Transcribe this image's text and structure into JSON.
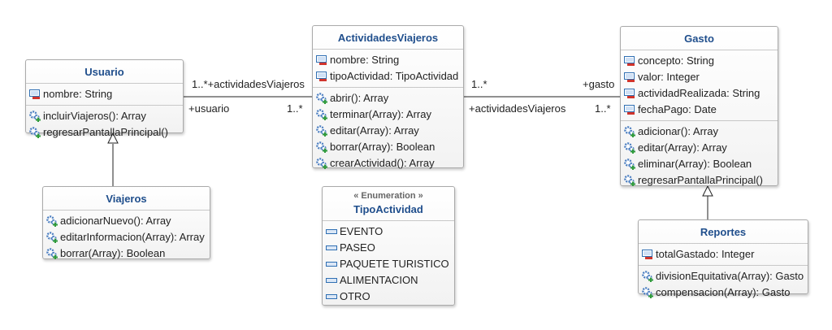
{
  "classes": {
    "usuario": {
      "name": "Usuario",
      "attributes": [
        {
          "text": "nombre: String",
          "vis": "private"
        }
      ],
      "operations": [
        "incluirViajeros(): Array",
        "regresarPantallaPrincipal()"
      ]
    },
    "viajeros": {
      "name": "Viajeros",
      "operations": [
        "adicionarNuevo(): Array",
        "editarInformacion(Array): Array",
        "borrar(Array): Boolean"
      ]
    },
    "actividades": {
      "name": "ActividadesViajeros",
      "attributes": [
        {
          "text": "nombre: String",
          "vis": "private"
        },
        {
          "text": "tipoActividad: TipoActividad",
          "vis": "private"
        }
      ],
      "operations": [
        "abrir(): Array",
        "terminar(Array): Array",
        "editar(Array): Array",
        "borrar(Array): Boolean",
        "crearActividad(): Array"
      ]
    },
    "tipo": {
      "stereotype": "« Enumeration »",
      "name": "TipoActividad",
      "literals": [
        "EVENTO",
        "PASEO",
        "PAQUETE TURISTICO",
        "ALIMENTACION",
        "OTRO"
      ]
    },
    "gasto": {
      "name": "Gasto",
      "attributes": [
        {
          "text": "concepto: String",
          "vis": "private"
        },
        {
          "text": "valor: Integer",
          "vis": "private"
        },
        {
          "text": "actividadRealizada: String",
          "vis": "private"
        },
        {
          "text": "fechaPago: Date",
          "vis": "private"
        }
      ],
      "operations": [
        "adicionar(): Array",
        "editar(Array): Array",
        "eliminar(Array): Boolean",
        "regresarPantallaPrincipal()"
      ]
    },
    "reportes": {
      "name": "Reportes",
      "attributes": [
        {
          "text": "totalGastado: Integer",
          "vis": "private"
        }
      ],
      "operations": [
        "divisionEquitativa(Array): Gasto",
        "compensacion(Array): Gasto"
      ]
    }
  },
  "associations": {
    "usuario_actividades": {
      "end_actividades": "1..*+actividadesViajeros",
      "end_usuario_role": "+usuario",
      "end_usuario_mult": "1..*"
    },
    "actividades_gasto": {
      "end_gasto_mult": "1..*",
      "end_gasto_role": "+gasto",
      "end_actividades_role": "+actividadesViajeros",
      "end_actividades_mult": "1..*"
    }
  },
  "colors": {
    "class_name": "#1f4e8c",
    "border": "#aaaaaa",
    "attribute_icon": "#2f6fb3",
    "private_marker": "#d0342c",
    "operation_icon": "#4a7dc0",
    "public_marker": "#2e9a3a",
    "line": "#222222"
  },
  "icons": {
    "attribute": "field-icon",
    "operation": "method-icon",
    "literal": "enum-literal-icon"
  }
}
